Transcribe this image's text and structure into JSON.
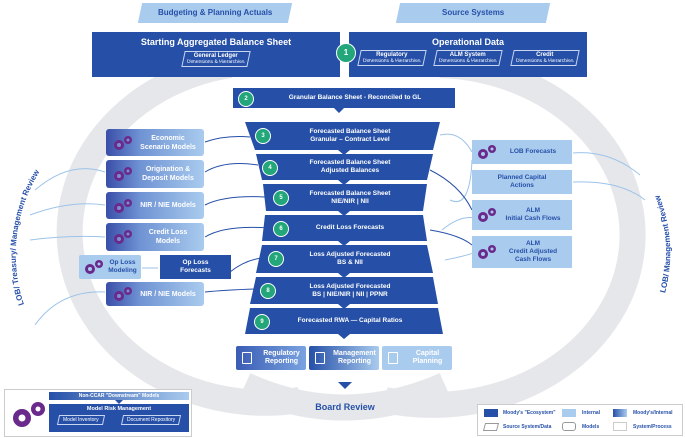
{
  "colors": {
    "moodys_ecosystem": "#2650a8",
    "internal": "#a9cbee",
    "step_badge": "#22a67a",
    "gear": "#6a2a8c",
    "ring": "#e6e7ea"
  },
  "sources": {
    "budgeting": "Budgeting & Planning Actuals",
    "source_systems": "Source Systems"
  },
  "starting_bs": {
    "title": "Starting Aggregated Balance Sheet",
    "sub_title": "General Ledger",
    "sub_detail": "Dimensions & Hierarchies"
  },
  "operational": {
    "title": "Operational Data",
    "items": [
      {
        "title": "Regulatory",
        "detail": "Dimensions & Hierarchies"
      },
      {
        "title": "ALM System",
        "detail": "Dimensions & Hierarchies"
      },
      {
        "title": "Credit",
        "detail": "Dimensions & Hierarchies"
      }
    ]
  },
  "step1": "1",
  "stages": [
    {
      "num": "2",
      "line1": "Granular Balance Sheet - Reconciled to GL",
      "line2": ""
    },
    {
      "num": "3",
      "line1": "Forecasted Balance Sheet",
      "line2": "Granular – Contract Level"
    },
    {
      "num": "4",
      "line1": "Forecasted Balance Sheet",
      "line2": "Adjusted Balances"
    },
    {
      "num": "5",
      "line1": "Forecasted Balance Sheet",
      "line2": "NIE/NIR | NII"
    },
    {
      "num": "6",
      "line1": "Credit Loss Forecasts",
      "line2": ""
    },
    {
      "num": "7",
      "line1": "Loss Adjusted Forecasted",
      "line2": "BS & NII"
    },
    {
      "num": "8",
      "line1": "Loss Adjusted Forecasted",
      "line2": "BS | NIE/NIR | NII | PPNR"
    },
    {
      "num": "9",
      "line1": "Forecasted RWA — Capital Ratios",
      "line2": ""
    }
  ],
  "left_models": [
    {
      "line1": "Economic",
      "line2": "Scenario Models"
    },
    {
      "line1": "Origination &",
      "line2": "Deposit Models"
    },
    {
      "line1": "NIR / NIE Models",
      "line2": ""
    },
    {
      "line1": "Credit Loss",
      "line2": "Models"
    },
    {
      "line1": "NIR / NIE Models",
      "line2": ""
    }
  ],
  "op_loss": {
    "modeling_line1": "Op Loss",
    "modeling_line2": "Modeling",
    "forecasts_line1": "Op Loss",
    "forecasts_line2": "Forecasts"
  },
  "right_boxes": [
    {
      "line1": "LOB Forecasts",
      "line2": "",
      "line3": ""
    },
    {
      "line1": "Planned Capital",
      "line2": "Actions",
      "line3": ""
    },
    {
      "line1": "ALM",
      "line2": "Initial Cash Flows",
      "line3": ""
    },
    {
      "line1": "ALM",
      "line2": "Credit Adjusted",
      "line3": "Cash Flows"
    }
  ],
  "reports": [
    {
      "line1": "Regulatory",
      "line2": "Reporting"
    },
    {
      "line1": "Management",
      "line2": "Reporting"
    },
    {
      "line1": "Capital",
      "line2": "Planning"
    }
  ],
  "ring_labels": {
    "left": "LOB/ Treasury/ Management Review",
    "right": "LOB/ Management Review",
    "bottom": "Board Review"
  },
  "mrm": {
    "downstream": "Non-CCAR \"Downstream\" Models",
    "title": "Model Risk Management",
    "inventory": "Model Inventory",
    "repository": "Document Repository"
  },
  "legend": {
    "items": [
      "Moody's \"Ecosystem\"",
      "Internal",
      "Moody's/Internal",
      "Source System/Data",
      "Models",
      "System/Process"
    ]
  }
}
